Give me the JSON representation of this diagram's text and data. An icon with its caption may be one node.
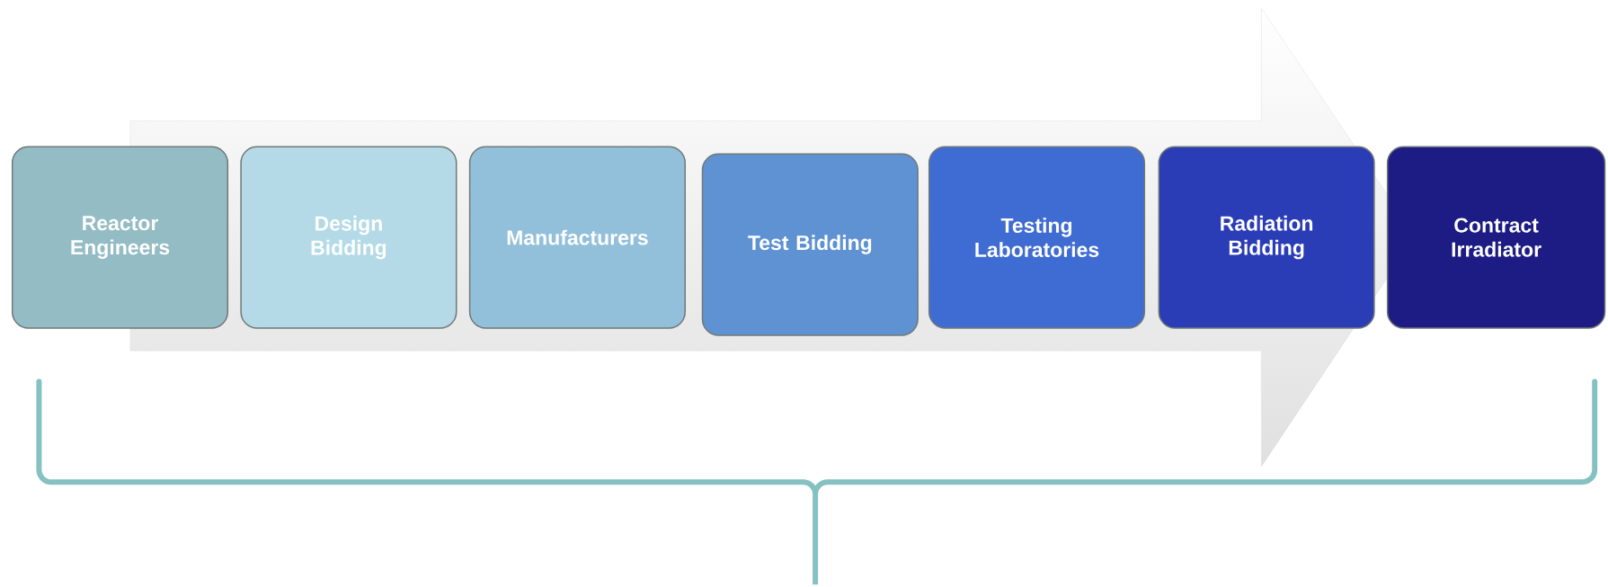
{
  "diagram": {
    "nodes": [
      {
        "text": [
          "Reactor Engineers"
        ]
      },
      {
        "text": [
          "Design Bidding"
        ]
      },
      {
        "text": [
          "Manufacturers"
        ]
      },
      {
        "text": [
          "Test Bidding"
        ]
      },
      {
        "text": [
          "Testing Laboratories"
        ]
      },
      {
        "text": [
          "Radiation Bidding"
        ]
      },
      {
        "text": [
          "Contract Irradiator"
        ]
      }
    ]
  }
}
